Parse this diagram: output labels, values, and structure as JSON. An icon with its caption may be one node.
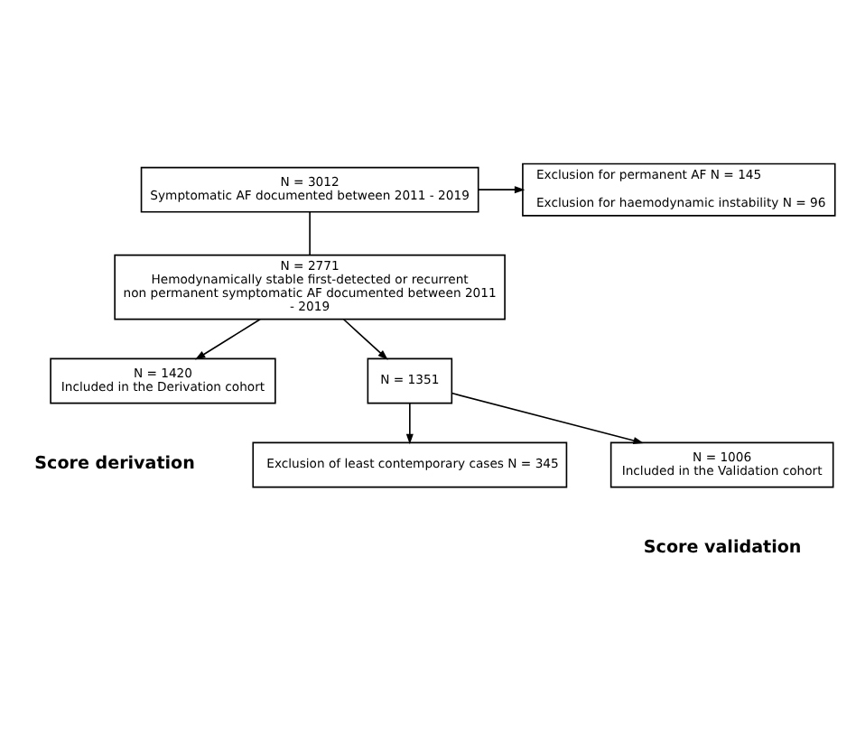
{
  "diagram": {
    "nodes": [
      {
        "text": [
          "N = 3012",
          "Symptomatic AF documented between 2011 - 2019"
        ]
      },
      {
        "text": [
          "Exclusion for permanent AF N = 145",
          "Exclusion for haemodynamic instability N = 96"
        ]
      },
      {
        "text": [
          "N = 2771",
          "Hemodynamically stable first-detected or recurrent non permanent symptomatic AF documented between 2011 - 2019"
        ]
      },
      {
        "text": [
          "N = 1420",
          "Included in the Derivation cohort"
        ]
      },
      {
        "text": [
          "N = 1351"
        ]
      },
      {
        "text": [
          "Exclusion of least contemporary cases N = 345"
        ]
      },
      {
        "text": [
          "N = 1006",
          "Included in the Validation cohort"
        ]
      }
    ],
    "edges": [
      {
        "from": 0,
        "to": 1,
        "arrow": "to"
      },
      {
        "from": 0,
        "to": 2,
        "arrow": "none"
      },
      {
        "from": 2,
        "to": 3,
        "arrow": "to"
      },
      {
        "from": 2,
        "to": 4,
        "arrow": "to"
      },
      {
        "from": 4,
        "to": 5,
        "arrow": "to"
      },
      {
        "from": 4,
        "to": 6,
        "arrow": "to"
      }
    ],
    "labels": [
      "Score derivation",
      "Score validation"
    ]
  }
}
